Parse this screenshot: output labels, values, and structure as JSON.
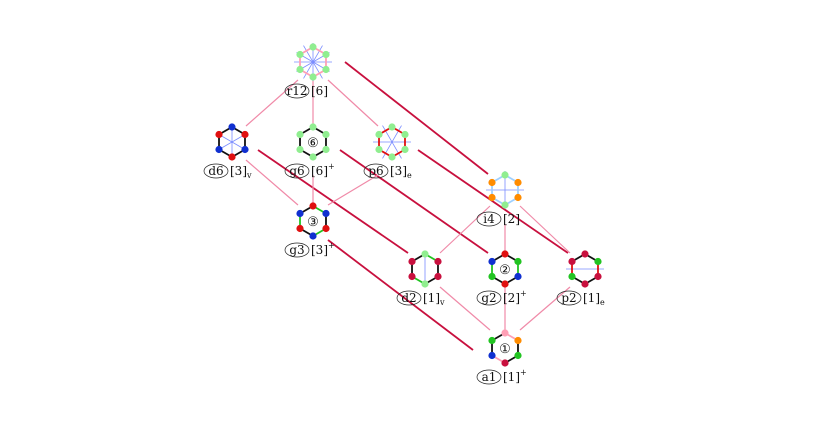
{
  "colors": {
    "edge_light": "#f08aa8",
    "edge_dark": "#c8103e",
    "mirror": "#7a8cff",
    "hex_black": "#111111",
    "hex_red": "#e01010",
    "hex_green": "#22c422",
    "hex_blue": "#1030d0",
    "hex_orange": "#ff8c00",
    "hex_lightgreen": "#90ee90",
    "hex_pink": "#ff9fb5",
    "hex_darkred": "#c8103e",
    "hex_lightblue": "#9fd0ff"
  },
  "nodes": [
    {
      "id": "r12",
      "name": "r12",
      "bracket": "[6]",
      "sub": "",
      "sup": "",
      "center_label": ""
    },
    {
      "id": "d6",
      "name": "d6",
      "bracket": "[3]",
      "sub": "v",
      "sup": "",
      "center_label": ""
    },
    {
      "id": "g6",
      "name": "g6",
      "bracket": "[6]",
      "sub": "",
      "sup": "+",
      "center_label": "⑥"
    },
    {
      "id": "p6",
      "name": "p6",
      "bracket": "[3]",
      "sub": "e",
      "sup": "",
      "center_label": ""
    },
    {
      "id": "g3",
      "name": "g3",
      "bracket": "[3]",
      "sub": "",
      "sup": "+",
      "center_label": "③"
    },
    {
      "id": "i4",
      "name": "i4",
      "bracket": "[2]",
      "sub": "",
      "sup": "",
      "center_label": ""
    },
    {
      "id": "d2",
      "name": "d2",
      "bracket": "[1]",
      "sub": "v",
      "sup": "",
      "center_label": ""
    },
    {
      "id": "g2",
      "name": "g2",
      "bracket": "[2]",
      "sub": "",
      "sup": "+",
      "center_label": "②"
    },
    {
      "id": "p2",
      "name": "p2",
      "bracket": "[1]",
      "sub": "e",
      "sup": "",
      "center_label": ""
    },
    {
      "id": "a1",
      "name": "a1",
      "bracket": "[1]",
      "sub": "",
      "sup": "+",
      "center_label": "①"
    }
  ],
  "edges": [
    {
      "from": "r12",
      "to": "d6",
      "style": "light"
    },
    {
      "from": "r12",
      "to": "g6",
      "style": "light"
    },
    {
      "from": "r12",
      "to": "p6",
      "style": "light"
    },
    {
      "from": "r12",
      "to": "i4",
      "style": "dark"
    },
    {
      "from": "d6",
      "to": "g3",
      "style": "light"
    },
    {
      "from": "d6",
      "to": "d2",
      "style": "dark"
    },
    {
      "from": "g6",
      "to": "g3",
      "style": "light"
    },
    {
      "from": "g6",
      "to": "g2",
      "style": "dark"
    },
    {
      "from": "p6",
      "to": "g3",
      "style": "light"
    },
    {
      "from": "p6",
      "to": "p2",
      "style": "dark"
    },
    {
      "from": "g3",
      "to": "a1",
      "style": "dark"
    },
    {
      "from": "i4",
      "to": "d2",
      "style": "light"
    },
    {
      "from": "i4",
      "to": "g2",
      "style": "light"
    },
    {
      "from": "i4",
      "to": "p2",
      "style": "light"
    },
    {
      "from": "d2",
      "to": "a1",
      "style": "light"
    },
    {
      "from": "g2",
      "to": "a1",
      "style": "light"
    },
    {
      "from": "p2",
      "to": "a1",
      "style": "light"
    }
  ]
}
